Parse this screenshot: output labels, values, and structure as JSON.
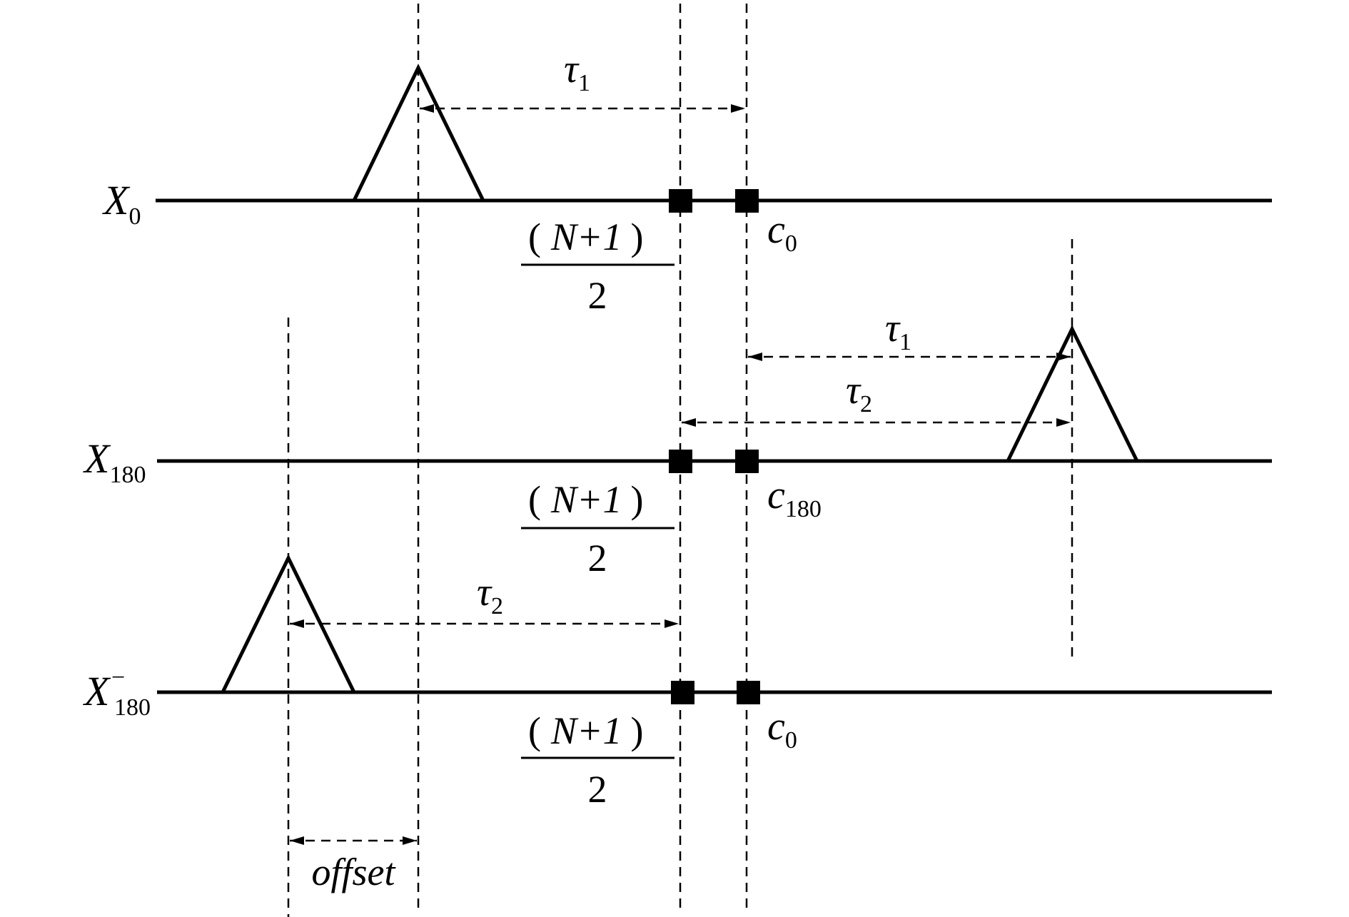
{
  "rows": [
    {
      "label_main": "X",
      "label_sub": "0",
      "label_sup": "",
      "c_main": "c",
      "c_sub": "0"
    },
    {
      "label_main": "X",
      "label_sub": "180",
      "label_sup": "",
      "c_main": "c",
      "c_sub": "180"
    },
    {
      "label_main": "X",
      "label_sub": "180",
      "label_sup": "−",
      "c_main": "c",
      "c_sub": "0"
    }
  ],
  "fraction": {
    "lparen": "(",
    "numerator": "N+1",
    "rparen": ")",
    "denominator": "2"
  },
  "tau1": {
    "main": "τ",
    "sub": "1"
  },
  "tau2": {
    "main": "τ",
    "sub": "2"
  },
  "offset_label": "offset",
  "colors": {
    "ink": "#000000",
    "background": "#ffffff"
  }
}
